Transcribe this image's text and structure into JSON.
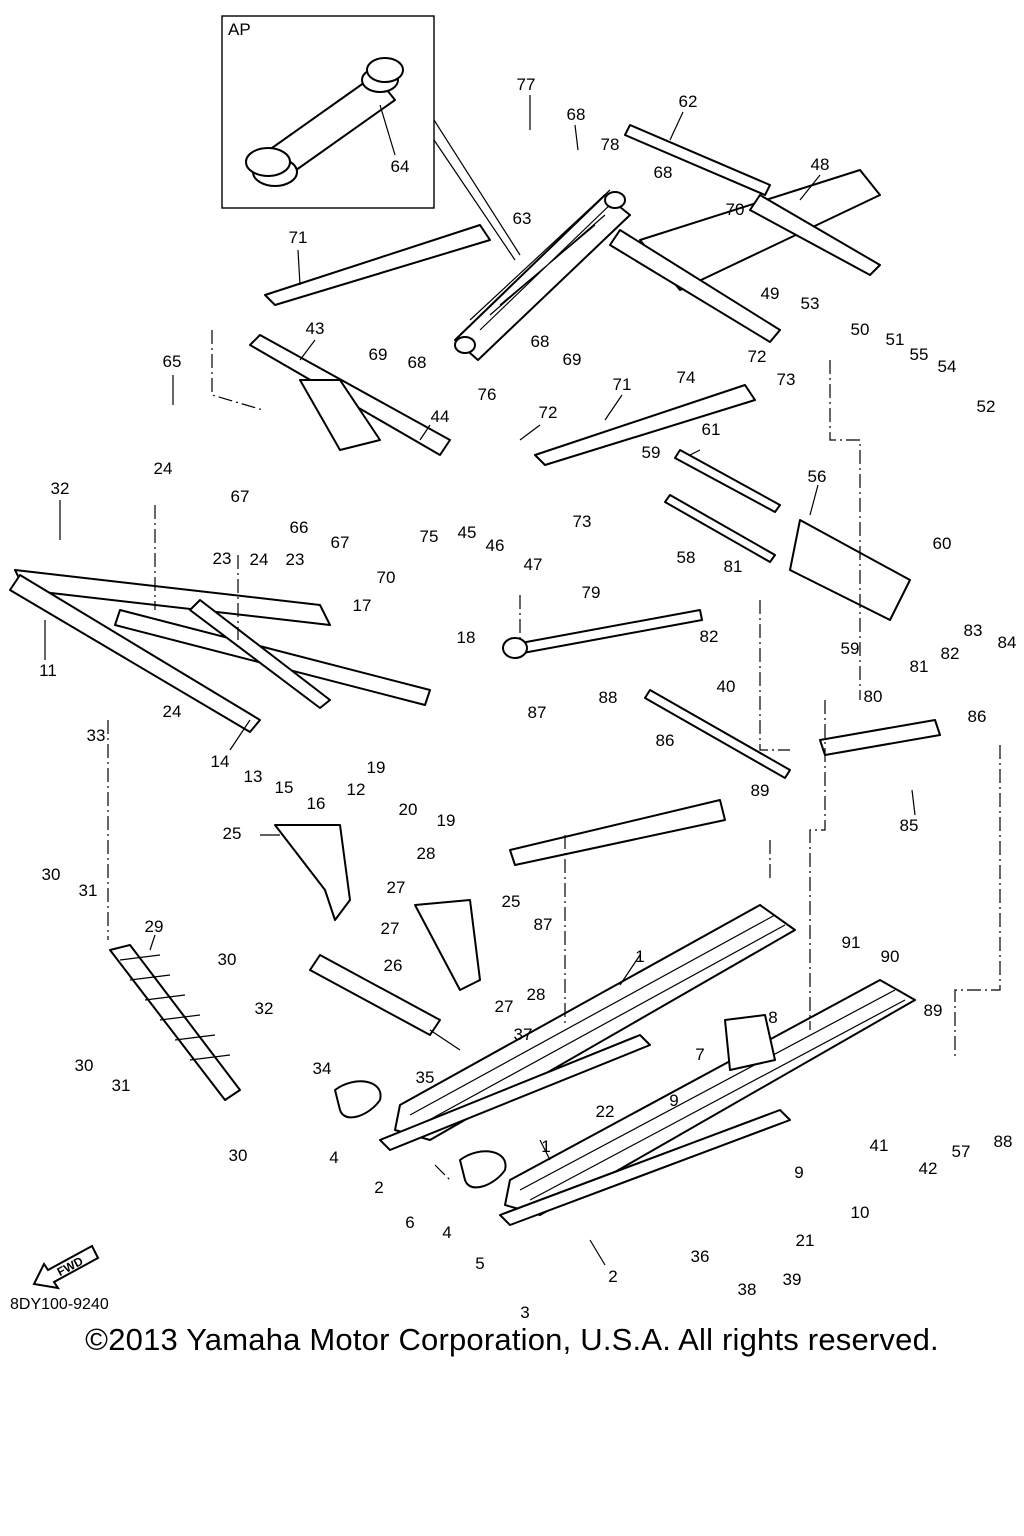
{
  "inset": {
    "label": "AP"
  },
  "diagram_code": "8DY100-9240",
  "fwd_label": "FWD",
  "copyright": "©2013 Yamaha Motor Corporation, U.S.A. All rights reserved.",
  "callouts": [
    "77",
    "68",
    "62",
    "78",
    "68",
    "70",
    "48",
    "64",
    "63",
    "71",
    "49",
    "53",
    "50",
    "51",
    "55",
    "54",
    "52",
    "43",
    "69",
    "68",
    "68",
    "69",
    "65",
    "74",
    "72",
    "73",
    "71",
    "76",
    "72",
    "44",
    "59",
    "61",
    "24",
    "67",
    "67",
    "66",
    "75",
    "45",
    "46",
    "47",
    "73",
    "56",
    "60",
    "32",
    "23",
    "24",
    "23",
    "70",
    "58",
    "17",
    "79",
    "81",
    "82",
    "83",
    "84",
    "11",
    "18",
    "82",
    "59",
    "81",
    "80",
    "86",
    "24",
    "33",
    "87",
    "88",
    "86",
    "40",
    "14",
    "13",
    "15",
    "16",
    "12",
    "19",
    "20",
    "19",
    "89",
    "85",
    "25",
    "28",
    "27",
    "25",
    "30",
    "31",
    "29",
    "27",
    "87",
    "30",
    "26",
    "28",
    "27",
    "32",
    "1",
    "91",
    "90",
    "37",
    "8",
    "89",
    "30",
    "31",
    "34",
    "35",
    "7",
    "9",
    "22",
    "30",
    "4",
    "2",
    "41",
    "57",
    "88",
    "1",
    "42",
    "9",
    "6",
    "4",
    "10",
    "21",
    "5",
    "36",
    "2",
    "39",
    "38",
    "3"
  ]
}
